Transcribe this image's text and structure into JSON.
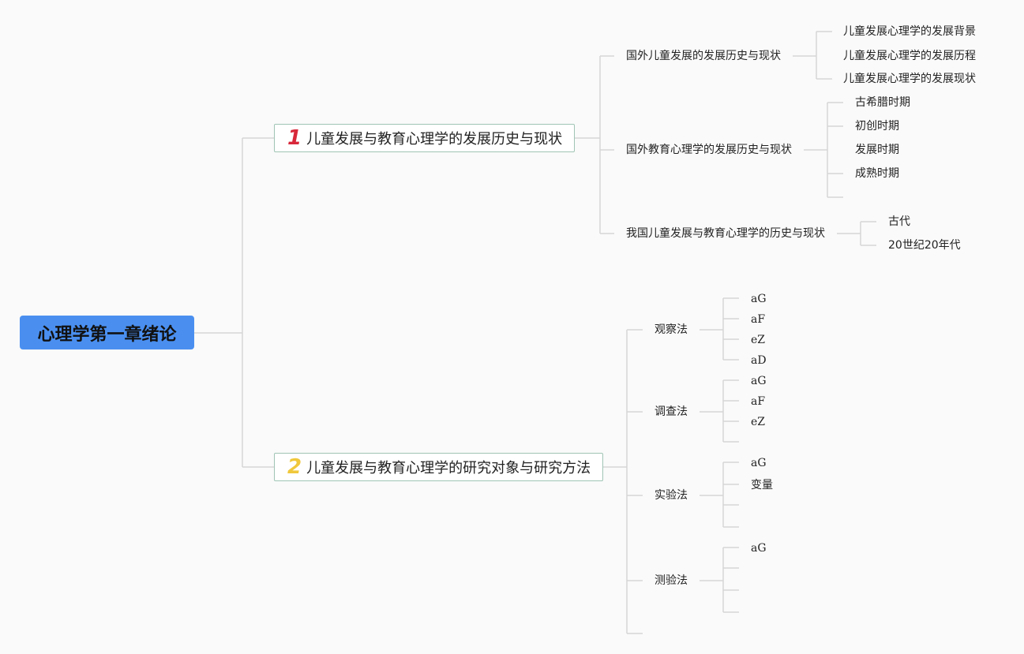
{
  "root": "心理学第一章绪论",
  "b1": {
    "num": "1",
    "label": "儿童发展与教育心理学的发展历史与现状",
    "children": [
      {
        "label": "国外儿童发展的发展历史与现状",
        "leaves": [
          "儿童发展心理学的发展背景",
          "儿童发展心理学的发展历程",
          "儿童发展心理学的发展现状"
        ]
      },
      {
        "label": "国外教育心理学的发展历史与现状",
        "leaves": [
          "古希腊时期",
          "初创时期",
          "发展时期",
          "成熟时期"
        ]
      },
      {
        "label": "我国儿童发展与教育心理学的历史与现状",
        "leaves": [
          "古代",
          "20世纪20年代"
        ]
      }
    ]
  },
  "b2": {
    "num": "2",
    "label": "儿童发展与教育心理学的研究对象与研究方法",
    "children": [
      {
        "label": "观察法",
        "leaves": [
          "aG",
          "aF",
          "eZ",
          "aD"
        ]
      },
      {
        "label": "调查法",
        "leaves": [
          "aG",
          "aF",
          "eZ"
        ]
      },
      {
        "label": "实验法",
        "leaves": [
          "aG",
          "变量"
        ]
      },
      {
        "label": "测验法",
        "leaves": [
          "aG"
        ]
      }
    ]
  }
}
